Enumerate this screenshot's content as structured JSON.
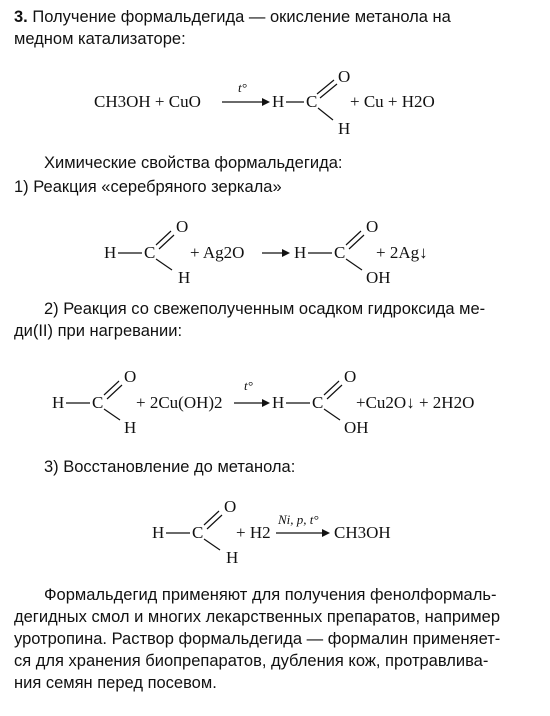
{
  "intro": {
    "number": "3.",
    "line1": "Получение формальдегида — окисление метанола на",
    "line2": "медном катализаторе:"
  },
  "eq1": {
    "reactants": "CH3OH + CuO",
    "condition": "t°",
    "product_tail": "+ Cu + H2O"
  },
  "properties": {
    "title": "Химические свойства формальдегида:",
    "r1": "1) Реакция «серебряного зеркала»",
    "r2_line1": "2) Реакция со свежеполученным осадком гидроксида ме-",
    "r2_line2": "ди(II) при нагревании:",
    "r3": "3) Восстановление до метанола:"
  },
  "eq2": {
    "reagent": "+ Ag2O",
    "product_tail": "+ 2Ag↓"
  },
  "eq3": {
    "reagent": "+ 2Cu(OH)2",
    "condition": "t°",
    "product_tail": "+Cu2O↓ + 2H2O"
  },
  "eq4": {
    "reagent": "+ H2",
    "condition": "Ni, p, t°",
    "product": "CH3OH"
  },
  "conclusion": {
    "l1": "Формальдегид применяют для получения фенолформаль-",
    "l2": "дегидных смол и многих лекарственных препаратов, например",
    "l3": "уротропина. Раствор формальдегида — формалин применяет-",
    "l4": "ся для хранения биопрепаратов, дубления кож, протравлива-",
    "l5": "ния семян перед посевом."
  },
  "atoms": {
    "H": "H",
    "C": "C",
    "O": "O",
    "OH": "OH"
  }
}
